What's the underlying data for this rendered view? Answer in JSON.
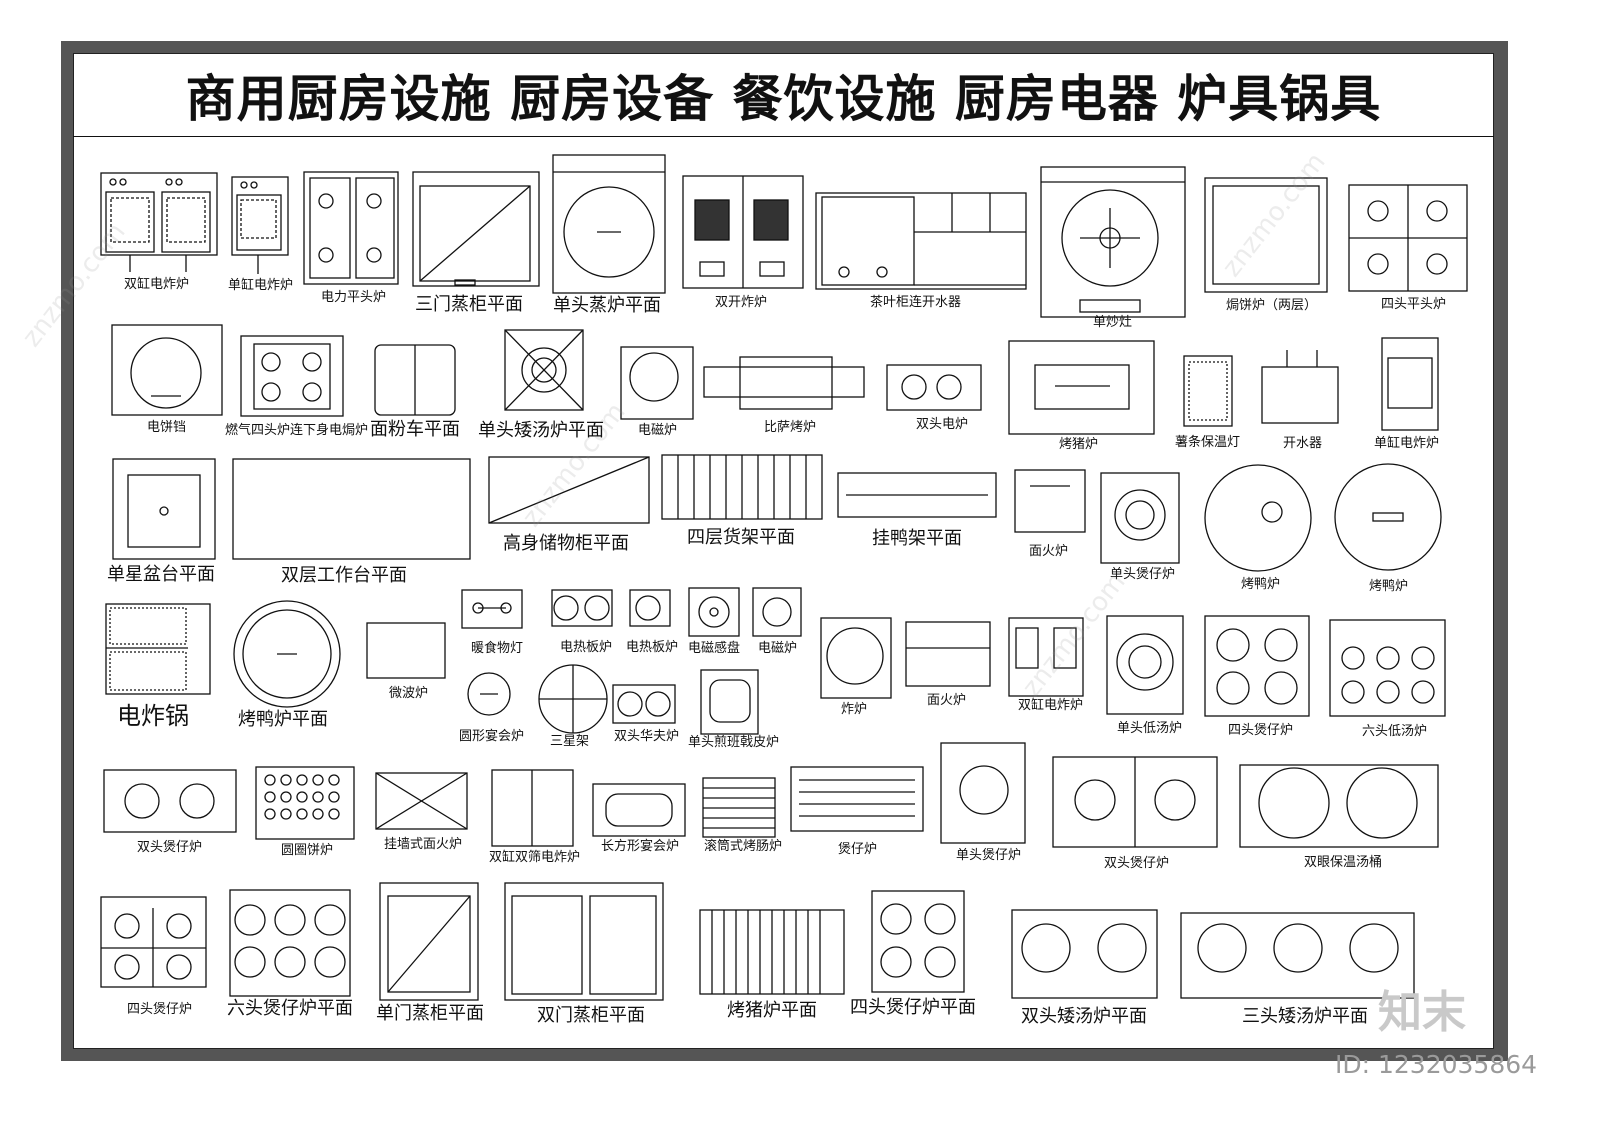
{
  "title": "商用厨房设施  厨房设备  餐饮设施  厨房电器  炉具锅具",
  "watermark": {
    "logo": "知末",
    "id": "ID: 1232035864",
    "site": "znzmo.com"
  },
  "labels": {
    "double_fryer": "双缸电炸炉",
    "single_fryer": "单缸电炸炉",
    "electric_flat_stove": "电力平头炉",
    "three_door_steamer": "三门蒸柜平面",
    "single_steam_stove": "单头蒸炉平面",
    "double_open_fryer": "双开炸炉",
    "tea_cabinet_water": "茶叶柜连开水器",
    "single_wok": "单炒灶",
    "baking_pan_2layer": "焗饼炉（两层）",
    "four_head_flat": "四头平头炉",
    "pancake_pan": "电饼铛",
    "gas_four_head_oven": "燃气四头炉连下身电焗炉",
    "flour_cart": "面粉车平面",
    "single_low_soup": "单头矮汤炉平面",
    "induction": "电磁炉",
    "pizza_oven": "比萨烤炉",
    "double_electric": "双头电炉",
    "pig_roaster": "烤猪炉",
    "fries_warmer": "薯条保温灯",
    "water_boiler": "开水器",
    "single_fryer2": "单缸电炸炉",
    "single_sink": "单星盆台平面",
    "double_table": "双层工作台平面",
    "tall_cabinet": "高身储物柜平面",
    "four_shelf": "四层货架平面",
    "duck_rack": "挂鸭架平面",
    "salamander": "面火炉",
    "single_claypot": "单头煲仔炉",
    "duck_roaster": "烤鸭炉",
    "duck_roaster2": "烤鸭炉",
    "electric_wok": "电炸锅",
    "duck_roaster_plan": "烤鸭炉平面",
    "microwave": "微波炉",
    "warm_lamp": "暖食物灯",
    "hotplate1": "电热板炉",
    "hotplate2": "电热板炉",
    "induction_disc": "电磁感盘",
    "induction2": "电磁炉",
    "round_banquet": "圆形宴会炉",
    "three_star": "三星架",
    "double_hua": "双头华夫炉",
    "griddle": "单头煎班戟皮炉",
    "fry_stove": "炸炉",
    "salamander2": "面火炉",
    "double_fryer2": "双缸电炸炉",
    "single_low_soup2": "单头低汤炉",
    "four_claypot": "四头煲仔炉",
    "six_low_soup": "六头低汤炉",
    "double_claypot": "双头煲仔炉",
    "round_cake": "圆圈饼炉",
    "wall_salamander": "挂墙式面火炉",
    "double_sieve_fryer": "双缸双筛电炸炉",
    "rect_banquet": "长方形宴会炉",
    "roller_grill": "滚筒式烤肠炉",
    "claypot_stove": "煲仔炉",
    "single_claypot2": "单头煲仔炉",
    "double_claypot2": "双头煲仔炉",
    "double_soup_warmer": "双眼保温汤桶",
    "four_claypot2": "四头煲仔炉",
    "six_claypot_plan": "六头煲仔炉平面",
    "single_door_steamer": "单门蒸柜平面",
    "double_door_steamer": "双门蒸柜平面",
    "pig_roaster_plan": "烤猪炉平面",
    "four_claypot_plan": "四头煲仔炉平面",
    "double_low_soup_plan": "双头矮汤炉平面",
    "triple_low_soup_plan": "三头矮汤炉平面"
  }
}
